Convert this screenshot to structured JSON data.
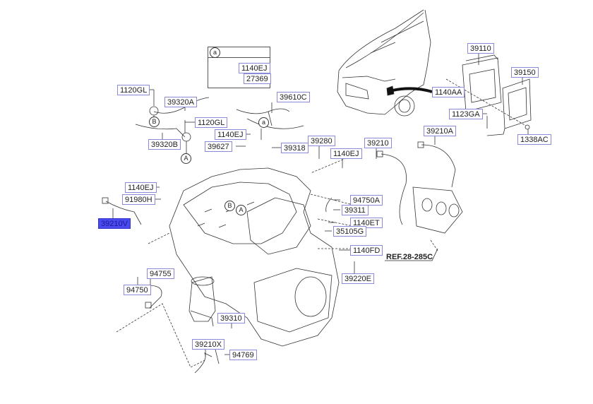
{
  "diagram": {
    "title": "Engine control / sensor parts diagram",
    "inset": {
      "marker": "a",
      "labels": [
        "1140EJ",
        "27369"
      ]
    },
    "labels": [
      {
        "id": "l-1120gl-a",
        "text": "1120GL"
      },
      {
        "id": "l-39320a",
        "text": "39320A"
      },
      {
        "id": "l-1120gl-b",
        "text": "1120GL"
      },
      {
        "id": "l-39320b",
        "text": "39320B"
      },
      {
        "id": "l-39610c",
        "text": "39610C"
      },
      {
        "id": "l-1140ej-a",
        "text": "1140EJ"
      },
      {
        "id": "l-39627",
        "text": "39627"
      },
      {
        "id": "l-39318",
        "text": "39318"
      },
      {
        "id": "l-39280",
        "text": "39280"
      },
      {
        "id": "l-1140ej-b",
        "text": "1140EJ"
      },
      {
        "id": "l-39210",
        "text": "39210"
      },
      {
        "id": "l-39210a",
        "text": "39210A"
      },
      {
        "id": "l-39110",
        "text": "39110"
      },
      {
        "id": "l-1140aa",
        "text": "1140AA"
      },
      {
        "id": "l-39150",
        "text": "39150"
      },
      {
        "id": "l-1123ga",
        "text": "1123GA"
      },
      {
        "id": "l-1338ac",
        "text": "1338AC"
      },
      {
        "id": "l-1140ej-c",
        "text": "1140EJ"
      },
      {
        "id": "l-91980h",
        "text": "91980H"
      },
      {
        "id": "l-39210v",
        "text": "39210V",
        "highlighted": true
      },
      {
        "id": "l-94750a",
        "text": "94750A"
      },
      {
        "id": "l-39311",
        "text": "39311"
      },
      {
        "id": "l-1140et",
        "text": "1140ET"
      },
      {
        "id": "l-35105g",
        "text": "35105G"
      },
      {
        "id": "l-1140fd",
        "text": "1140FD"
      },
      {
        "id": "l-39220e",
        "text": "39220E"
      },
      {
        "id": "l-94755",
        "text": "94755"
      },
      {
        "id": "l-94750",
        "text": "94750"
      },
      {
        "id": "l-39310",
        "text": "39310"
      },
      {
        "id": "l-39210x",
        "text": "39210X"
      },
      {
        "id": "l-94769",
        "text": "94769"
      }
    ],
    "reference": "REF.28-285C",
    "circle_markers": {
      "A": "A",
      "B": "B",
      "a": "a"
    },
    "highlight_color": "#4a4aee",
    "label_border_color": "#8a8ad8"
  }
}
